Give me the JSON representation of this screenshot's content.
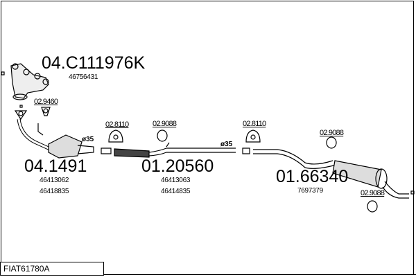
{
  "diagram_code": "FIAT61780A",
  "parts": [
    {
      "id": "04.C111976K",
      "refs": [
        "46756431"
      ]
    },
    {
      "id": "04.1491",
      "refs": [
        "46413062",
        "46418835"
      ]
    },
    {
      "id": "01.20560",
      "refs": [
        "46413063",
        "46414835"
      ]
    },
    {
      "id": "01.66340",
      "refs": [
        "7697379"
      ]
    }
  ],
  "clamps": [
    "02.9460",
    "02.8110",
    "02.9088",
    "02.8110",
    "02.9088",
    "02.9088"
  ],
  "diameters": [
    "ø35",
    "ø35"
  ]
}
